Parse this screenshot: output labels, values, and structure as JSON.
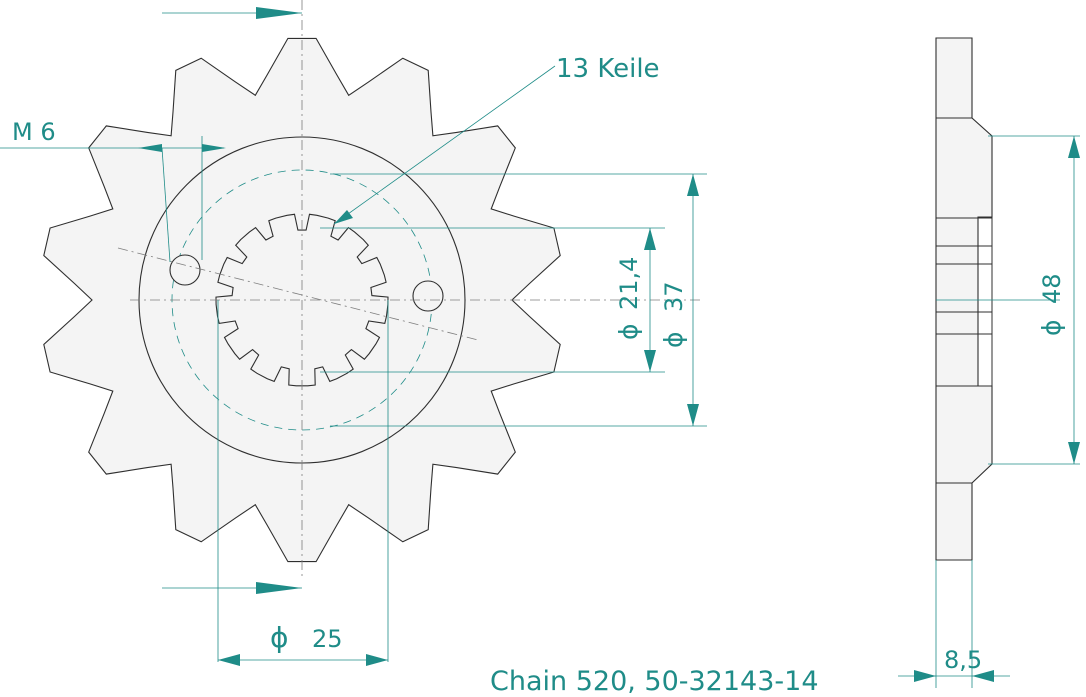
{
  "diagram": {
    "callout_label": "13 Keile",
    "thread_label": "M 6",
    "inner_dim": {
      "symbol": "ϕ",
      "value": "21,4"
    },
    "middle_dim": {
      "symbol": "ϕ",
      "value": "37"
    },
    "outer_dim": {
      "symbol": "ϕ",
      "value": "48"
    },
    "bottom_dim": {
      "symbol": "ϕ",
      "value": "25"
    },
    "thickness_dim": "8,5",
    "caption": "Chain 520, 50-32143-14",
    "colors": {
      "accent": "#1f8c88",
      "outline": "#2f2f2f",
      "fill": "#f4f4f4"
    }
  }
}
